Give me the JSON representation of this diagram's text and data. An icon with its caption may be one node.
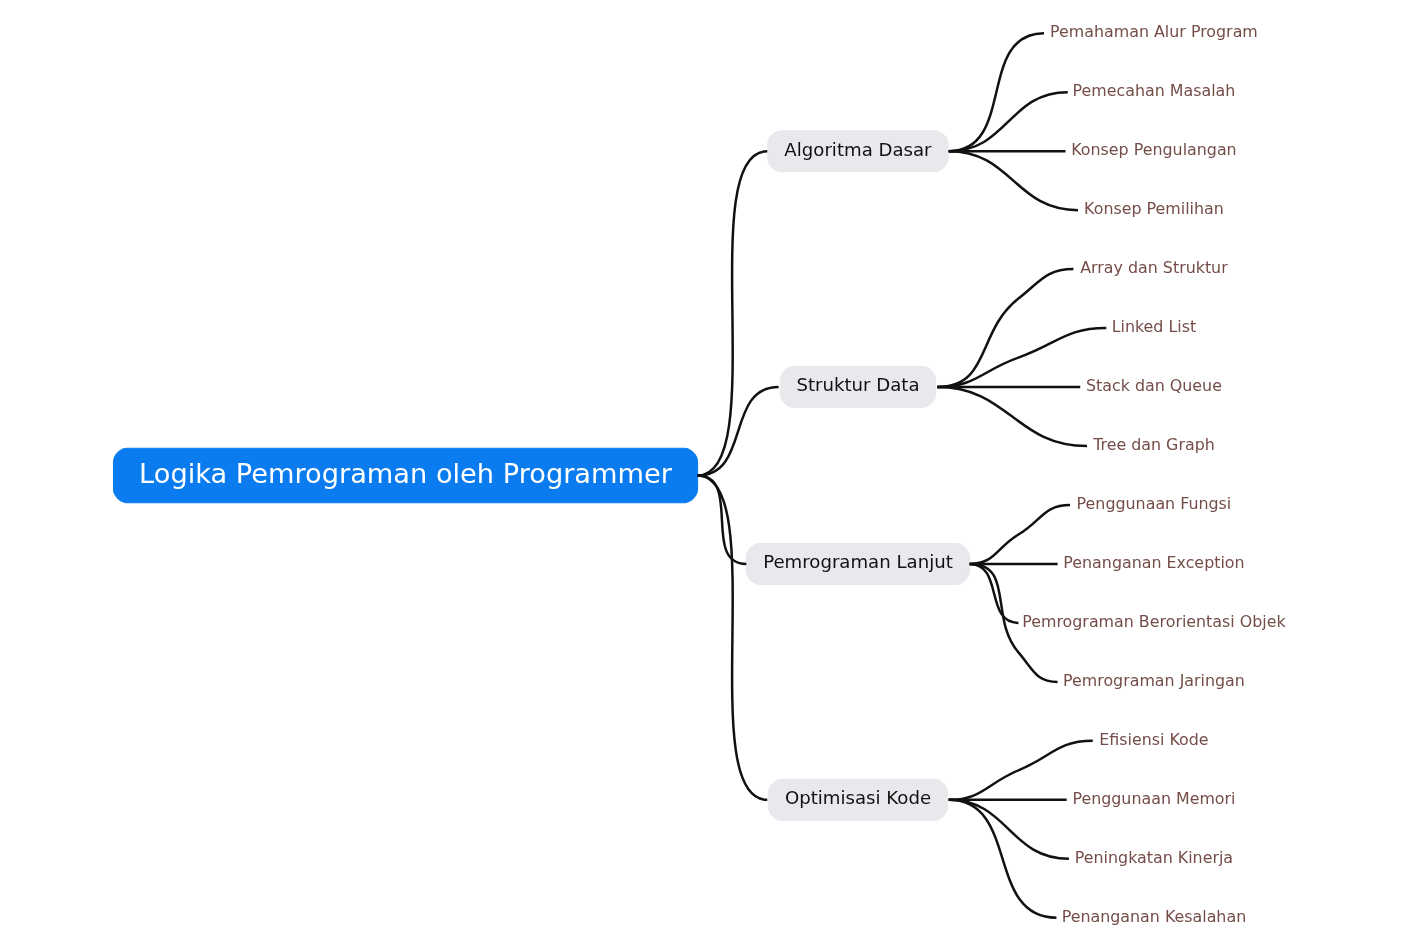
{
  "diagram": {
    "nodes": [
      {
        "text": [
          "Logika Pemrograman oleh Programmer"
        ]
      },
      {
        "text": [
          "Algoritma Dasar"
        ]
      },
      {
        "text": [
          "Pemahaman Alur Program"
        ]
      },
      {
        "text": [
          "Pemecahan Masalah"
        ]
      },
      {
        "text": [
          "Konsep Pengulangan"
        ]
      },
      {
        "text": [
          "Konsep Pemilihan"
        ]
      },
      {
        "text": [
          "Struktur Data"
        ]
      },
      {
        "text": [
          "Array dan Struktur"
        ]
      },
      {
        "text": [
          "Linked List"
        ]
      },
      {
        "text": [
          "Stack dan Queue"
        ]
      },
      {
        "text": [
          "Tree dan Graph"
        ]
      },
      {
        "text": [
          "Pemrograman Lanjut"
        ]
      },
      {
        "text": [
          "Penggunaan Fungsi"
        ]
      },
      {
        "text": [
          "Penanganan Exception"
        ]
      },
      {
        "text": [
          "Pemrograman Berorientasi Objek"
        ]
      },
      {
        "text": [
          "Pemrograman Jaringan"
        ]
      },
      {
        "text": [
          "Optimisasi Kode"
        ]
      },
      {
        "text": [
          "Efisiensi Kode"
        ]
      },
      {
        "text": [
          "Penggunaan Memori"
        ]
      },
      {
        "text": [
          "Peningkatan Kinerja"
        ]
      },
      {
        "text": [
          "Penanganan Kesalahan"
        ]
      }
    ],
    "edges": [
      {
        "from": 0,
        "to": 1,
        "arrow": "none"
      },
      {
        "from": 0,
        "to": 6,
        "arrow": "none"
      },
      {
        "from": 0,
        "to": 11,
        "arrow": "none"
      },
      {
        "from": 0,
        "to": 16,
        "arrow": "none"
      },
      {
        "from": 1,
        "to": 2,
        "arrow": "none"
      },
      {
        "from": 1,
        "to": 3,
        "arrow": "none"
      },
      {
        "from": 1,
        "to": 4,
        "arrow": "none"
      },
      {
        "from": 1,
        "to": 5,
        "arrow": "none"
      },
      {
        "from": 6,
        "to": 7,
        "arrow": "none"
      },
      {
        "from": 6,
        "to": 8,
        "arrow": "none"
      },
      {
        "from": 6,
        "to": 9,
        "arrow": "none"
      },
      {
        "from": 6,
        "to": 10,
        "arrow": "none"
      },
      {
        "from": 11,
        "to": 12,
        "arrow": "none"
      },
      {
        "from": 11,
        "to": 13,
        "arrow": "none"
      },
      {
        "from": 11,
        "to": 14,
        "arrow": "none"
      },
      {
        "from": 11,
        "to": 15,
        "arrow": "none"
      },
      {
        "from": 16,
        "to": 17,
        "arrow": "none"
      },
      {
        "from": 16,
        "to": 18,
        "arrow": "none"
      },
      {
        "from": 16,
        "to": 19,
        "arrow": "none"
      },
      {
        "from": 16,
        "to": 20,
        "arrow": "none"
      }
    ]
  }
}
